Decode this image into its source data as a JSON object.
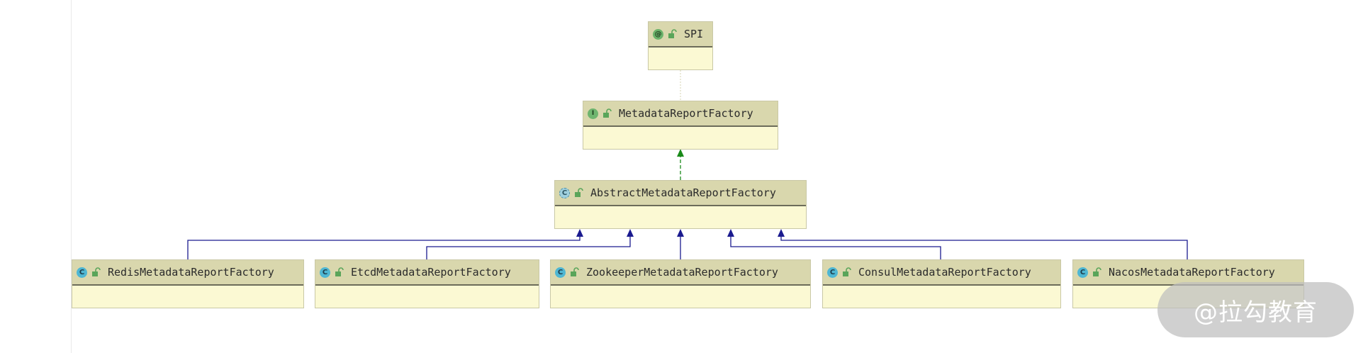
{
  "diagram": {
    "nodes": [
      {
        "id": "spi",
        "stereotype": "annotation",
        "badge": "@",
        "name": "SPI"
      },
      {
        "id": "metadata-report-factory",
        "stereotype": "interface",
        "badge": "I",
        "name": "MetadataReportFactory"
      },
      {
        "id": "abstract-metadata-report-factory",
        "stereotype": "abstract-class",
        "badge": "C",
        "name": "AbstractMetadataReportFactory"
      },
      {
        "id": "redis-metadata-report-factory",
        "stereotype": "class",
        "badge": "C",
        "name": "RedisMetadataReportFactory"
      },
      {
        "id": "etcd-metadata-report-factory",
        "stereotype": "class",
        "badge": "C",
        "name": "EtcdMetadataReportFactory"
      },
      {
        "id": "zookeeper-metadata-report-factory",
        "stereotype": "class",
        "badge": "C",
        "name": "ZookeeperMetadataReportFactory"
      },
      {
        "id": "consul-metadata-report-factory",
        "stereotype": "class",
        "badge": "C",
        "name": "ConsulMetadataReportFactory"
      },
      {
        "id": "nacos-metadata-report-factory",
        "stereotype": "class",
        "badge": "C",
        "name": "NacosMetadataReportFactory"
      }
    ],
    "edges": [
      {
        "from": "spi",
        "to": "metadata-report-factory",
        "kind": "annotation-link"
      },
      {
        "from": "abstract-metadata-report-factory",
        "to": "metadata-report-factory",
        "kind": "implements"
      },
      {
        "from": "redis-metadata-report-factory",
        "to": "abstract-metadata-report-factory",
        "kind": "extends"
      },
      {
        "from": "etcd-metadata-report-factory",
        "to": "abstract-metadata-report-factory",
        "kind": "extends"
      },
      {
        "from": "zookeeper-metadata-report-factory",
        "to": "abstract-metadata-report-factory",
        "kind": "extends"
      },
      {
        "from": "consul-metadata-report-factory",
        "to": "abstract-metadata-report-factory",
        "kind": "extends"
      },
      {
        "from": "nacos-metadata-report-factory",
        "to": "abstract-metadata-report-factory",
        "kind": "extends"
      }
    ],
    "colors": {
      "header": "#d9d7ad",
      "body": "#fbf9d3",
      "extends_line": "#1b1b8f",
      "implements_line": "#1a8a1a",
      "annotation_line": "#c9c8a6"
    }
  },
  "watermark": {
    "text": "@拉勾教育"
  }
}
